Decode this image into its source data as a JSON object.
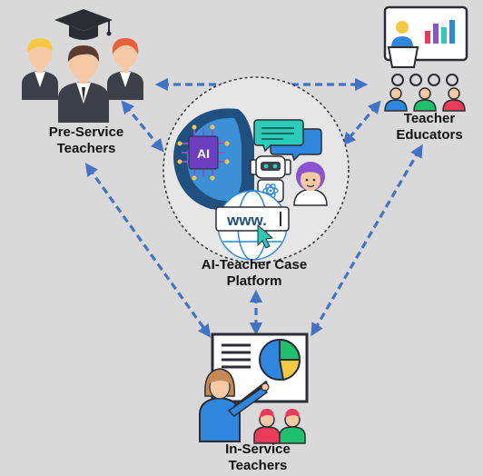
{
  "nodes": {
    "pre_service": {
      "line1": "Pre-Service",
      "line2": "Teachers"
    },
    "teacher_educators": {
      "line1": "Teacher",
      "line2": "Educators"
    },
    "platform": {
      "line1": "AI-Teacher Case",
      "line2": "Platform"
    },
    "in_service": {
      "line1": "In-Service",
      "line2": "Teachers"
    }
  },
  "icons": {
    "ai_chip": "AI",
    "web": "www."
  },
  "colors": {
    "background": "#d9d9d9",
    "arrow": "#4472c4",
    "skin": "#f5c9a6",
    "suit": "#3d4048",
    "shirt": "#ffffff",
    "hair_dark": "#5a3c2e",
    "hair_yellow": "#f6c945",
    "hair_orange": "#e8603c",
    "blue": "#2e86de",
    "green": "#20bf6b",
    "red": "#eb3b5a",
    "purple": "#8854d0",
    "teal": "#2bcbba"
  }
}
